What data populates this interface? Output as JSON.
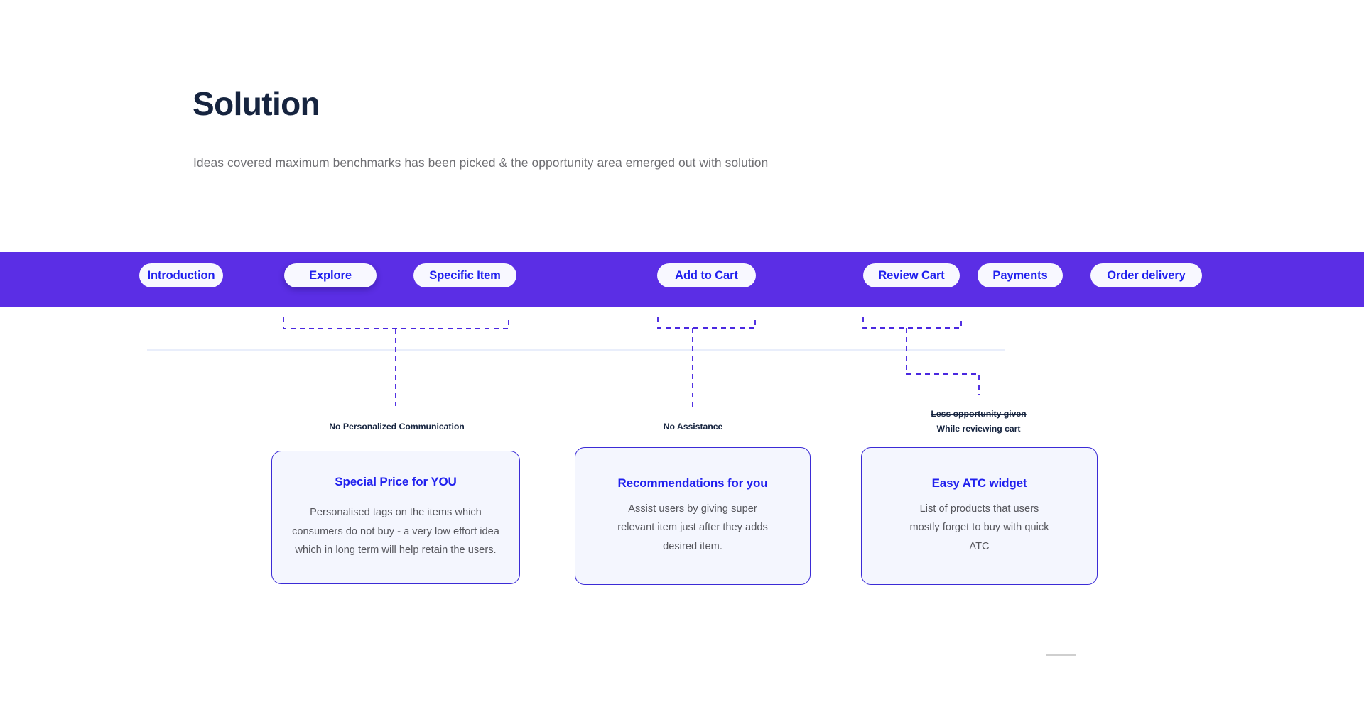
{
  "header": {
    "title": "Solution",
    "subtitle": "Ideas covered maximum benchmarks has been picked & the opportunity area emerged out with solution"
  },
  "colors": {
    "journey_bar": "#5b2ee5",
    "pill_text": "#2020ee",
    "pill_bg": "#f8f8ff",
    "card_bg": "#f4f6fe",
    "card_border": "#3b2bd6",
    "card_title": "#2020ee",
    "card_body_text": "#56565c",
    "pain_label_text": "#16243f",
    "title_text": "#16243f",
    "subtitle_text": "#6f6f73",
    "connector_line": "#4a28e0",
    "baseline_rule": "#e9eefb"
  },
  "journey": {
    "steps": [
      {
        "label": "Introduction",
        "raised": false
      },
      {
        "label": "Explore",
        "raised": true
      },
      {
        "label": "Specific Item",
        "raised": false
      },
      {
        "label": "Add to Cart",
        "raised": false
      },
      {
        "label": "Review Cart",
        "raised": false
      },
      {
        "label": "Payments",
        "raised": false
      },
      {
        "label": "Order delivery",
        "raised": false
      }
    ]
  },
  "pain_points": [
    {
      "lines": [
        "No Personalized Communication"
      ]
    },
    {
      "lines": [
        "No Assistance"
      ]
    },
    {
      "lines": [
        "Less opportunity given",
        "While reviewing cart"
      ]
    }
  ],
  "solutions": [
    {
      "title": "Special Price for YOU",
      "body": "Personalised tags on the items which consumers do not buy - a very low effort idea which in long term will help retain the users."
    },
    {
      "title": "Recommendations for you",
      "body": "Assist users by giving super relevant item just after they adds desired item."
    },
    {
      "title": "Easy ATC widget",
      "body": "List of products that users mostly forget to buy with quick ATC"
    }
  ]
}
